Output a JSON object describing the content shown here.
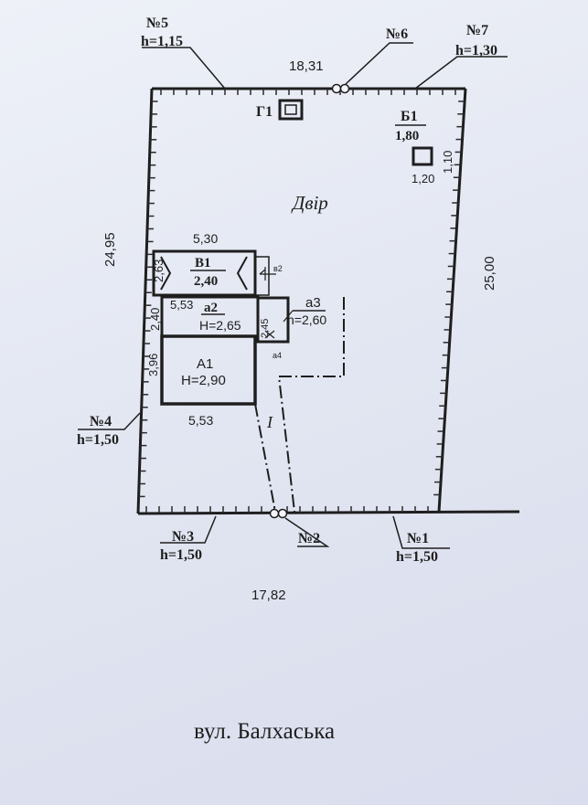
{
  "plot": {
    "top_side": "18,31",
    "bottom_side": "17,82",
    "left_side": "24,95",
    "right_side": "25,00",
    "yard": "Двір",
    "street": "вул.  Балхаська"
  },
  "points": [
    {
      "num": "№1",
      "h": "h=1,50"
    },
    {
      "num": "№2",
      "h": ""
    },
    {
      "num": "№3",
      "h": "h=1,50"
    },
    {
      "num": "№4",
      "h": "h=1,50"
    },
    {
      "num": "№5",
      "h": "h=1,15"
    },
    {
      "num": "№6",
      "h": ""
    },
    {
      "num": "№7",
      "h": "h=1,30"
    }
  ],
  "structures": {
    "g1": {
      "label": "Г1"
    },
    "b1": {
      "label": "Б1",
      "height": "1,80",
      "dim_w": "1,20",
      "dim_h": "1,10"
    },
    "v1": {
      "label": "В1",
      "height": "2,40",
      "width": "5,30",
      "depth": "2,63"
    },
    "a2": {
      "label": "а2",
      "height": "Н=2,65",
      "width": "5,53",
      "depth": "2,40"
    },
    "a3": {
      "label": "а3",
      "height": "h=2,60",
      "depth": "2,45"
    },
    "a4": {
      "label": "а4"
    },
    "a1": {
      "label": "А1",
      "height": "Н=2,90",
      "width": "5,53",
      "depth": "3,96"
    },
    "v2": {
      "label": "в2"
    },
    "passage": {
      "label": "I"
    }
  }
}
